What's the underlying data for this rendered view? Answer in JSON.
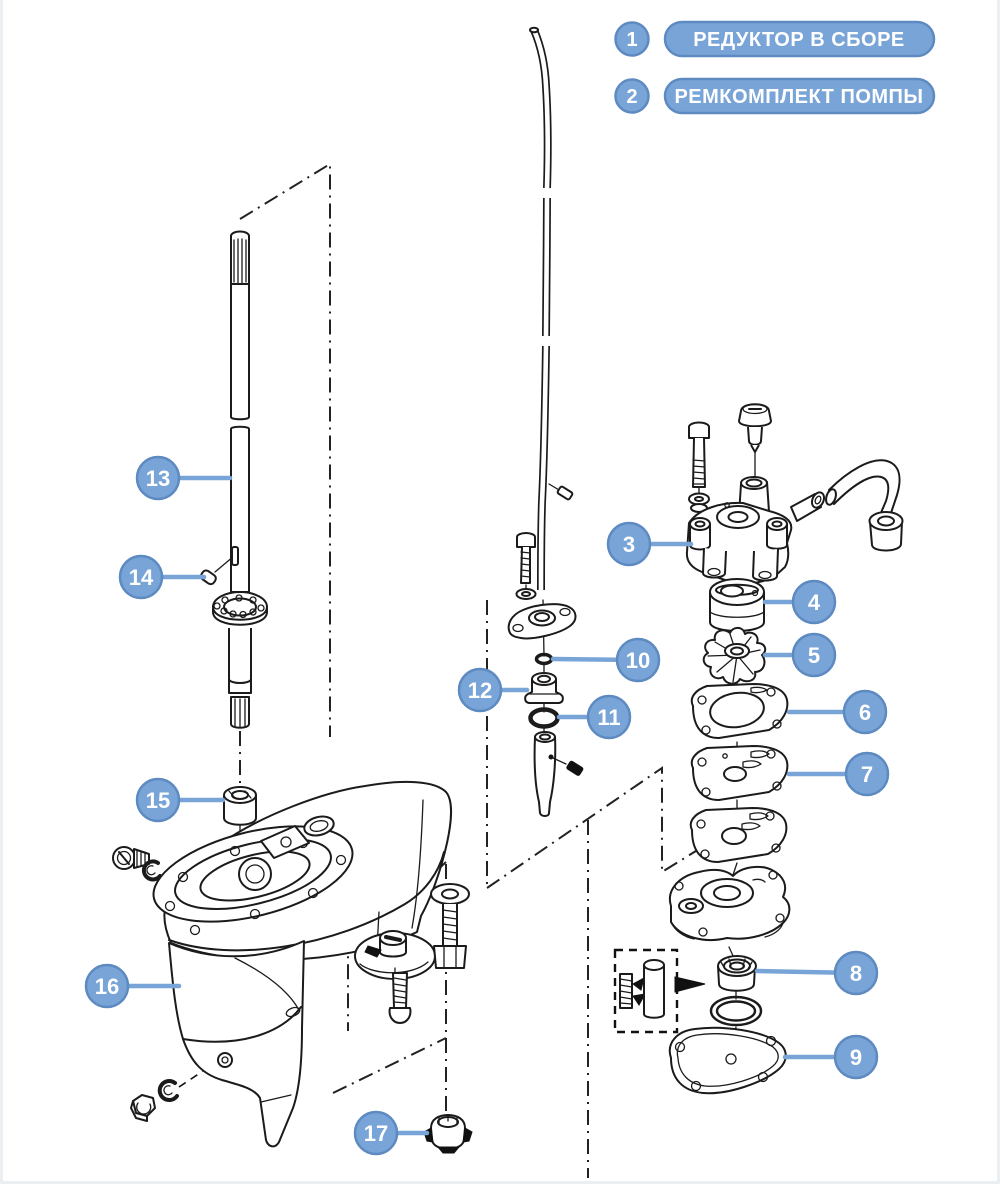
{
  "legend": {
    "items": [
      {
        "number": "1",
        "label": "РЕДУКТОР В СБОРЕ"
      },
      {
        "number": "2",
        "label": "РЕМКОМПЛЕКТ ПОМПЫ"
      }
    ]
  },
  "callouts": [
    {
      "number": "3"
    },
    {
      "number": "4"
    },
    {
      "number": "5"
    },
    {
      "number": "6"
    },
    {
      "number": "7"
    },
    {
      "number": "8"
    },
    {
      "number": "9"
    },
    {
      "number": "10"
    },
    {
      "number": "11"
    },
    {
      "number": "12"
    },
    {
      "number": "13"
    },
    {
      "number": "14"
    },
    {
      "number": "15"
    },
    {
      "number": "16"
    },
    {
      "number": "17"
    }
  ],
  "colors": {
    "accent": "#79a4d7",
    "accent_border": "#5d8ac1",
    "line": "#1b1b1b",
    "background": "#ffffff"
  }
}
